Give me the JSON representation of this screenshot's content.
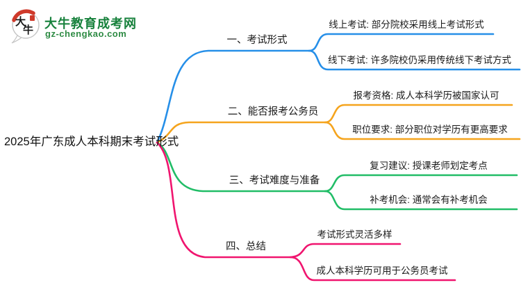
{
  "brand": {
    "site_name": "大牛教育成考网",
    "site_domain": "gz-chengkao.com",
    "logo_text_top": "大",
    "logo_text_bottom": "牛",
    "brand_green": "#17813C",
    "domain_green": "#2E8B44",
    "logo_red": "#CF3A2B"
  },
  "mindmap": {
    "central_topic": "2025年广东成人本科期末考试形式",
    "branches": [
      {
        "label": "一、考试形式",
        "color": "#268FE8",
        "children": [
          "线上考试: 部分院校采用线上考试形式",
          "线下考试: 许多院校仍采用传统线下考试方式"
        ]
      },
      {
        "label": "二、能否报考公务员",
        "color": "#F5A41D",
        "children": [
          "报考资格: 成人本科学历被国家认可",
          "职位要求: 部分职位对学历有更高要求"
        ]
      },
      {
        "label": "三、考试难度与准备",
        "color": "#21BD67",
        "children": [
          "复习建议: 授课老师划定考点",
          "补考机会: 通常会有补考机会"
        ]
      },
      {
        "label": "四、总结",
        "color": "#F0156F",
        "children": [
          "考试形式灵活多样",
          "成人本科学历可用于公务员考试"
        ]
      }
    ]
  }
}
